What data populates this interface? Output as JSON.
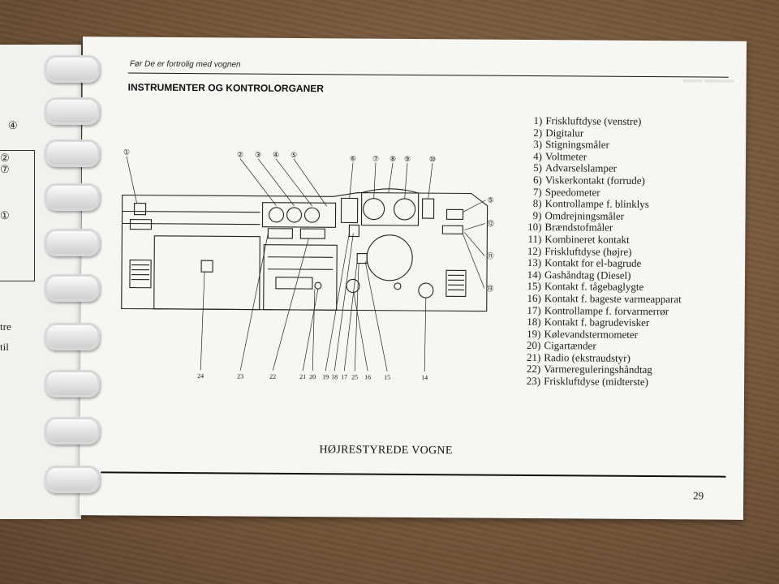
{
  "page": {
    "header": "Før De er fortrolig med vognen",
    "title": "INSTRUMENTER OG KONTROLORGANER",
    "footer_title": "HØJRESTYREDE VOGNE",
    "page_number": "29"
  },
  "left_page": {
    "fragments": [
      "④",
      "②",
      "⑦",
      "①",
      "tre",
      "til"
    ]
  },
  "legend": [
    {
      "num": "1)",
      "label": "Friskluftdyse (venstre)"
    },
    {
      "num": "2)",
      "label": "Digitalur"
    },
    {
      "num": "3)",
      "label": "Stigningsmåler"
    },
    {
      "num": "4)",
      "label": "Voltmeter"
    },
    {
      "num": "5)",
      "label": "Advarselslamper"
    },
    {
      "num": "6)",
      "label": "Viskerkontakt (forrude)"
    },
    {
      "num": "7)",
      "label": "Speedometer"
    },
    {
      "num": "8)",
      "label": "Kontrollampe f. blinklys"
    },
    {
      "num": "9)",
      "label": "Omdrejningsmåler"
    },
    {
      "num": "10)",
      "label": "Brændstofmåler"
    },
    {
      "num": "11)",
      "label": "Kombineret kontakt"
    },
    {
      "num": "12)",
      "label": "Friskluftdyse (højre)"
    },
    {
      "num": "13)",
      "label": "Kontakt for el-bagrude"
    },
    {
      "num": "14)",
      "label": "Gashåndtag (Diesel)"
    },
    {
      "num": "15)",
      "label": "Kontakt f. tågebaglygte"
    },
    {
      "num": "16)",
      "label": "Kontakt f. bageste varmeapparat"
    },
    {
      "num": "17)",
      "label": "Kontrollampe f. forvarmerrør"
    },
    {
      "num": "18)",
      "label": "Kontakt f. bagrudevisker"
    },
    {
      "num": "19)",
      "label": "Kølevandstermometer"
    },
    {
      "num": "20)",
      "label": "Cigartænder"
    },
    {
      "num": "21)",
      "label": "Radio (ekstraudstyr)"
    },
    {
      "num": "22)",
      "label": "Varmereguleringshåndtag"
    },
    {
      "num": "23)",
      "label": "Friskluftdyse (midterste)"
    }
  ],
  "diagram": {
    "top_callouts": [
      "①",
      "②",
      "③",
      "④",
      "⑤",
      "⑥",
      "⑦",
      "⑧",
      "⑨",
      "⑩"
    ],
    "right_callouts": [
      "⑤",
      "⑫",
      "⑪",
      "⑬"
    ],
    "bottom_labels": [
      "24",
      "23",
      "22",
      "21",
      "20",
      "19",
      "18",
      "17",
      "25",
      "16",
      "15",
      "14"
    ]
  }
}
